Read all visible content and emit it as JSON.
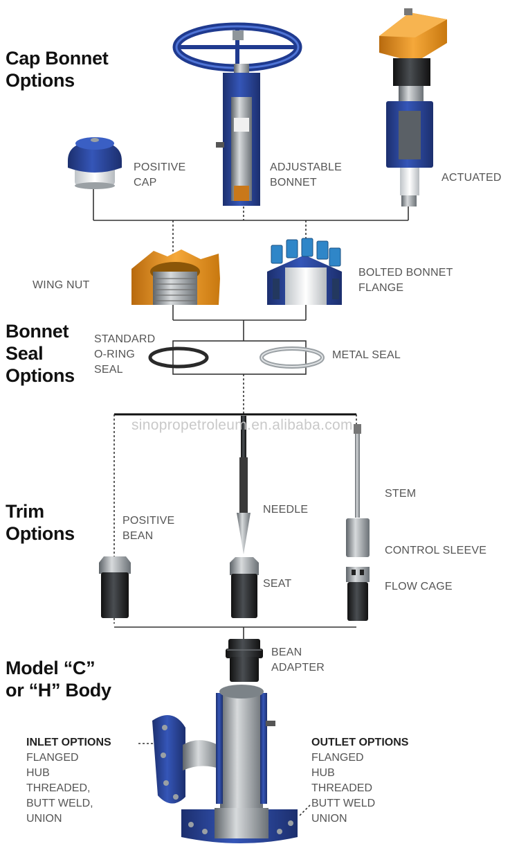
{
  "sections": {
    "cap_bonnet": "Cap Bonnet\nOptions",
    "bonnet_seal": "Bonnet\nSeal\nOptions",
    "trim": "Trim\nOptions",
    "body": "Model “C”\nor “H” Body"
  },
  "labels": {
    "positive_cap": "POSITIVE\nCAP",
    "adjustable_bonnet": "ADJUSTABLE\nBONNET",
    "actuated": "ACTUATED",
    "wing_nut": "WING NUT",
    "bolted_bonnet_flange": "BOLTED BONNET\nFLANGE",
    "standard_oring_seal": "STANDARD\nO-RING\nSEAL",
    "metal_seal": "METAL SEAL",
    "positive_bean": "POSITIVE\nBEAN",
    "needle": "NEEDLE",
    "stem": "STEM",
    "control_sleeve": "CONTROL SLEEVE",
    "seat": "SEAT",
    "flow_cage": "FLOW CAGE",
    "bean_adapter": "BEAN\nADAPTER"
  },
  "inlet": {
    "heading": "INLET OPTIONS",
    "items": [
      "FLANGED",
      "HUB",
      "THREADED,",
      "BUTT WELD,",
      "UNION"
    ]
  },
  "outlet": {
    "heading": "OUTLET OPTIONS",
    "items": [
      "FLANGED",
      "HUB",
      "THREADED",
      "BUTT WELD",
      "UNION"
    ]
  },
  "watermark": "sinopropetroleum.en.alibaba.com",
  "colors": {
    "blue": "#2b4aa0",
    "blue_dark": "#1c2f6e",
    "orange": "#e8941c",
    "steel": "#8f969b",
    "steel_light": "#cfd3d6",
    "dark": "#222222"
  }
}
